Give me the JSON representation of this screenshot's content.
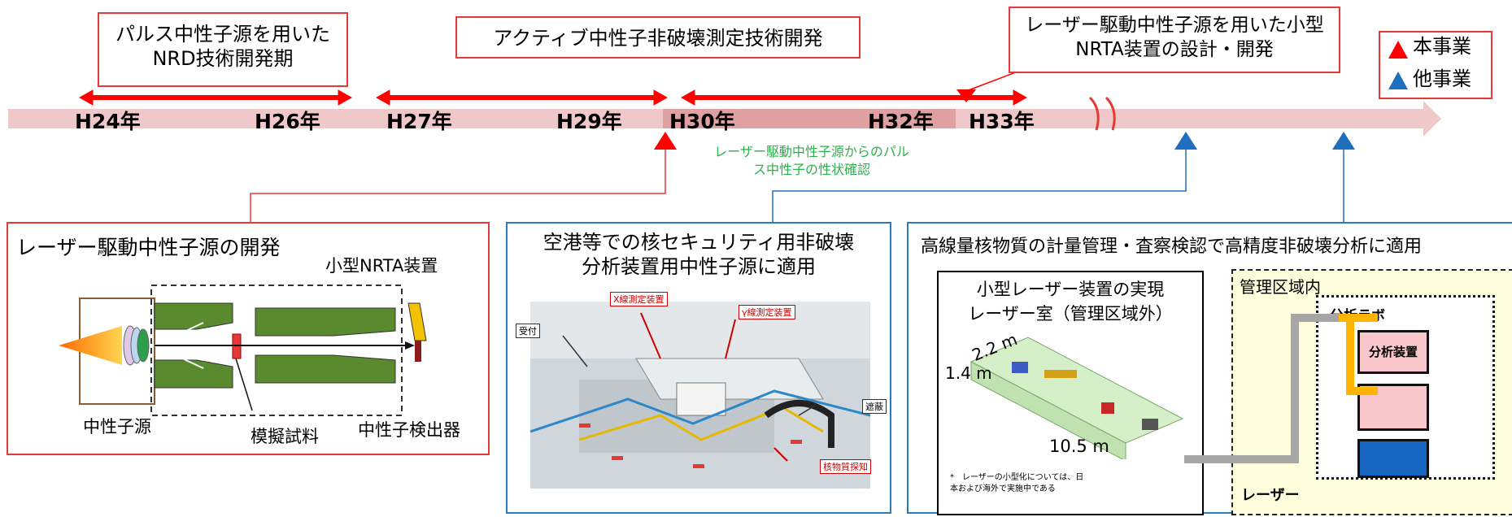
{
  "colors": {
    "accent_red": "#ff0000",
    "accent_blue": "#1f6fbf",
    "note_green": "#2bb24c",
    "timeline_pink": "#efc9c9"
  },
  "periods": [
    {
      "label": "パルス中性子源を用いた\nNRD技術開発期"
    },
    {
      "label": "アクティブ中性子非破壊測定技術開発"
    },
    {
      "label": "レーザー駆動中性子源を用いた小型\nNRTA装置の設計・開発"
    }
  ],
  "legend": {
    "this_project": "本事業",
    "other_project": "他事業"
  },
  "years": [
    "H24年",
    "H26年",
    "H27年",
    "H29年",
    "H30年",
    "H32年",
    "H33年"
  ],
  "green_note": "レーザー駆動中性子源からのパル\nス中性子の性状確認",
  "panel1": {
    "title": "レーザー駆動中性子源の開発",
    "device_label": "小型NRTA装置",
    "source_label": "中性子源",
    "sample_label": "模擬試料",
    "detector_label": "中性子検出器"
  },
  "panel2": {
    "title": "空港等での核セキュリティ用非破壊\n分析装置用中性子源に適用",
    "tags": {
      "xray": "X線測定装置",
      "gamma": "γ線測定装置",
      "reception": "受付",
      "shield": "遮蔽",
      "nuclear": "核物質探知"
    }
  },
  "panel3": {
    "title": "高線量核物質の計量管理・査察検認で高精度非破壊分析に適用",
    "laser_box_title": "小型レーザー装置の実現\nレーザー室（管理区域外）",
    "dim_22": "2.2 m",
    "dim_14": "1.4 m",
    "dim_105": "10.5 m",
    "footnote": "*　レーザーの小型化については、日\n本および海外で実施中である",
    "controlled_area": "管理区域内",
    "lab_label": "分析ラボ",
    "analyzer_label": "分析装置",
    "laser_label": "レーザー"
  }
}
